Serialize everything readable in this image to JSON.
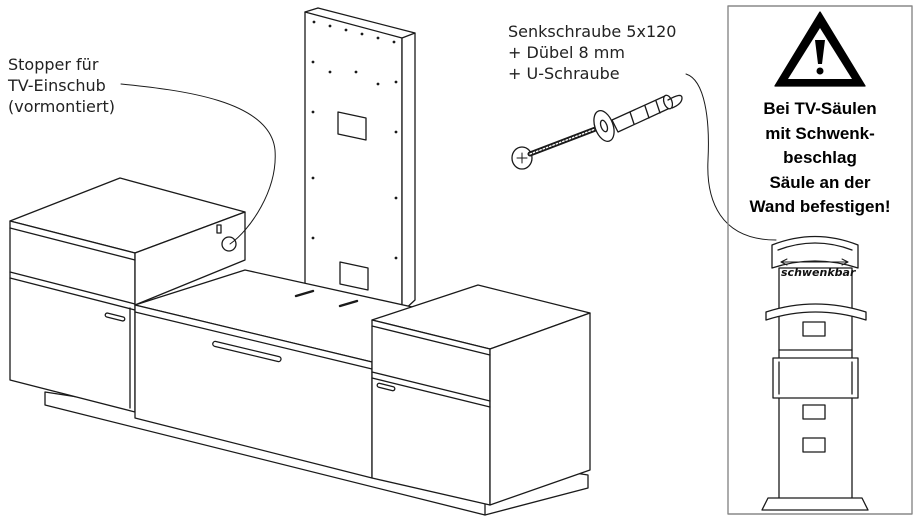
{
  "labels": {
    "stopper": [
      "Stopper für",
      "TV-Einschub",
      "(vormontiert)"
    ],
    "screw": [
      "Senkschraube 5x120",
      "+ Dübel 8 mm",
      "+ U-Schraube"
    ]
  },
  "warning": {
    "icon": "warning-triangle-icon",
    "lines": [
      "Bei TV-Säulen",
      "mit Schwenk-",
      "beschlag",
      "Säule an der",
      "Wand befestigen!"
    ]
  },
  "inset": {
    "swivel_label": "schwenkbar"
  }
}
